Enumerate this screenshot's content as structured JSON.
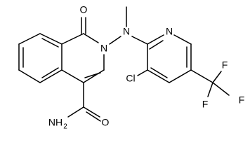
{
  "diagram": {
    "type": "chemical-structure",
    "atom_labels": {
      "carbonyl_oxygen": "O",
      "ring_nitrogen": "N",
      "amine_nitrogen": "N",
      "methyl": "",
      "pyridine_nitrogen": "N",
      "chlorine": "Cl",
      "amide_oxygen": "O",
      "amide_nitrogen": "NH",
      "amide_h2": "2",
      "fluorine_top": "F",
      "fluorine_right": "F",
      "fluorine_bottom": "F"
    }
  }
}
